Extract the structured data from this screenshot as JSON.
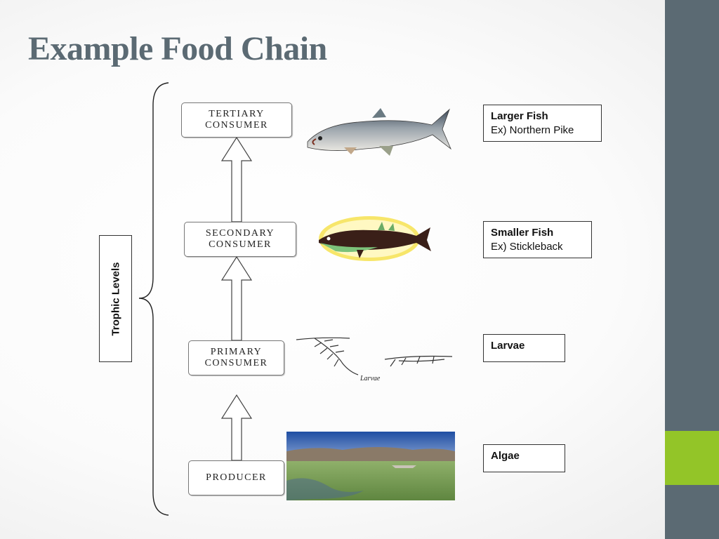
{
  "title": "Example Food Chain",
  "trophic_label": "Trophic Levels",
  "levels": [
    {
      "line1": "TERTIARY",
      "line2": "CONSUMER"
    },
    {
      "line1": "SECONDARY",
      "line2": "CONSUMER"
    },
    {
      "line1": "PRIMARY",
      "line2": "CONSUMER"
    },
    {
      "line1": "PRODUCER",
      "line2": ""
    }
  ],
  "examples": [
    {
      "title": "Larger Fish",
      "example": "Ex) Northern Pike"
    },
    {
      "title": "Smaller Fish",
      "example": "Ex) Stickleback"
    },
    {
      "title": "Larvae",
      "example": ""
    },
    {
      "title": "Algae",
      "example": ""
    }
  ],
  "larvae_caption": "Larvae",
  "colors": {
    "bar": "#5b6a73",
    "accent": "#93c528",
    "title": "#5b6a73"
  }
}
